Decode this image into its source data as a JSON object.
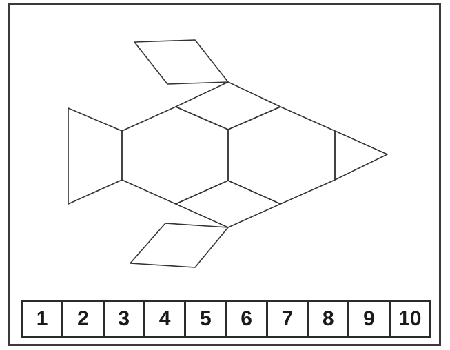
{
  "numbers": [
    "1",
    "2",
    "3",
    "4",
    "5",
    "6",
    "7",
    "8",
    "9",
    "10"
  ],
  "figure": {
    "shapes": [
      "trapezoid-tail",
      "hexagon-left",
      "hexagon-right",
      "rhombus-top",
      "rhombus-bottom",
      "triangle-nose",
      "parallelogram-top-fin",
      "parallelogram-bottom-fin"
    ],
    "stroke_color": "#333333"
  }
}
